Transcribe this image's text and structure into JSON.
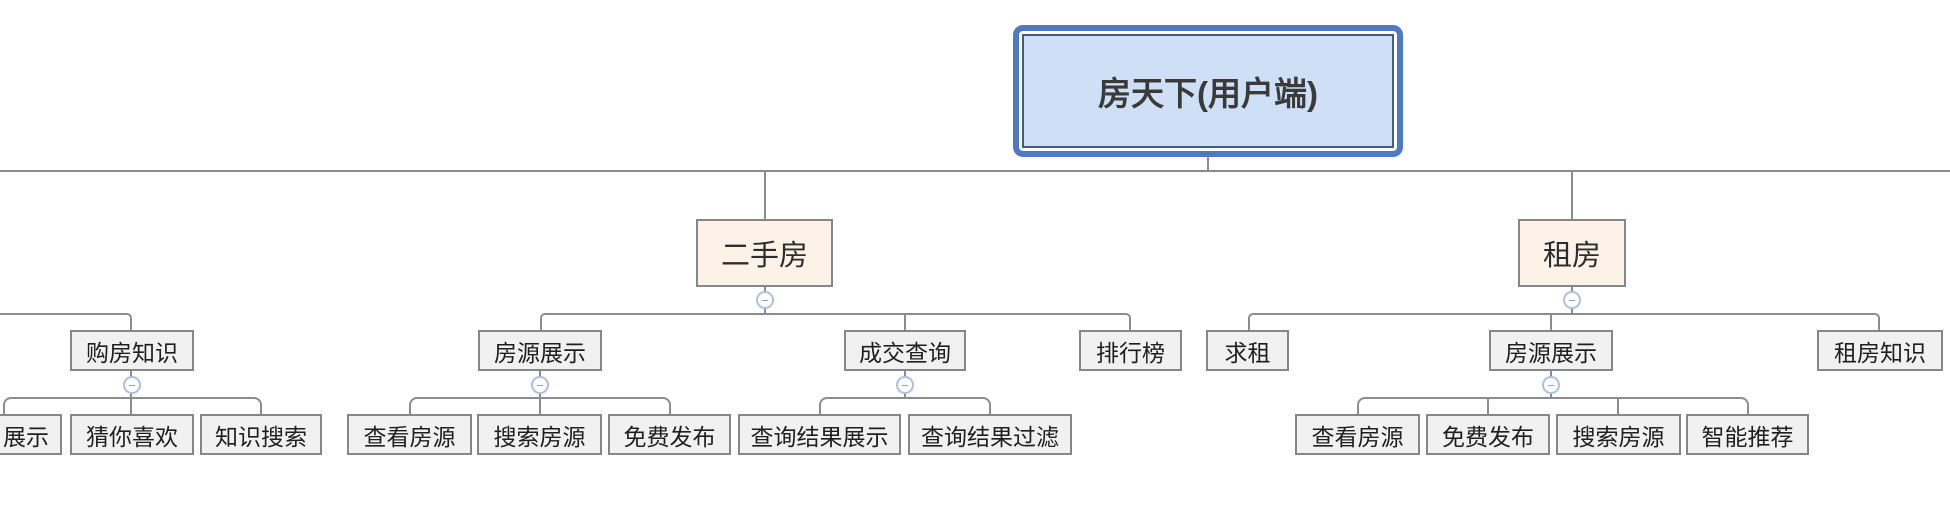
{
  "colors": {
    "line": "#8c8c8c",
    "node-fill": "#f1f1f1",
    "node-border": "#878787",
    "branch-fill": "#fdf2e8",
    "root-fill": "#cfe0f6",
    "root-border": "#4f79c2",
    "root-inner-border": "#445c7d",
    "collapse-ring": "#aac1e4",
    "collapse-glyph": "#7e9cce"
  },
  "diagram": {
    "root": {
      "label": "房天下(用户端)"
    },
    "collapse_glyph": "−",
    "level2": [
      {
        "label": "二手房"
      },
      {
        "label": "租房"
      }
    ],
    "level3": [
      {
        "label": "购房知识"
      },
      {
        "label": "房源展示"
      },
      {
        "label": "成交查询"
      },
      {
        "label": "排行榜"
      },
      {
        "label": "求租"
      },
      {
        "label": "房源展示"
      },
      {
        "label": "租房知识"
      }
    ],
    "level4": [
      {
        "label": "展示"
      },
      {
        "label": "猜你喜欢"
      },
      {
        "label": "知识搜索"
      },
      {
        "label": "查看房源"
      },
      {
        "label": "搜索房源"
      },
      {
        "label": "免费发布"
      },
      {
        "label": "查询结果展示"
      },
      {
        "label": "查询结果过滤"
      },
      {
        "label": "查看房源"
      },
      {
        "label": "免费发布"
      },
      {
        "label": "搜索房源"
      },
      {
        "label": "智能推荐"
      }
    ]
  }
}
